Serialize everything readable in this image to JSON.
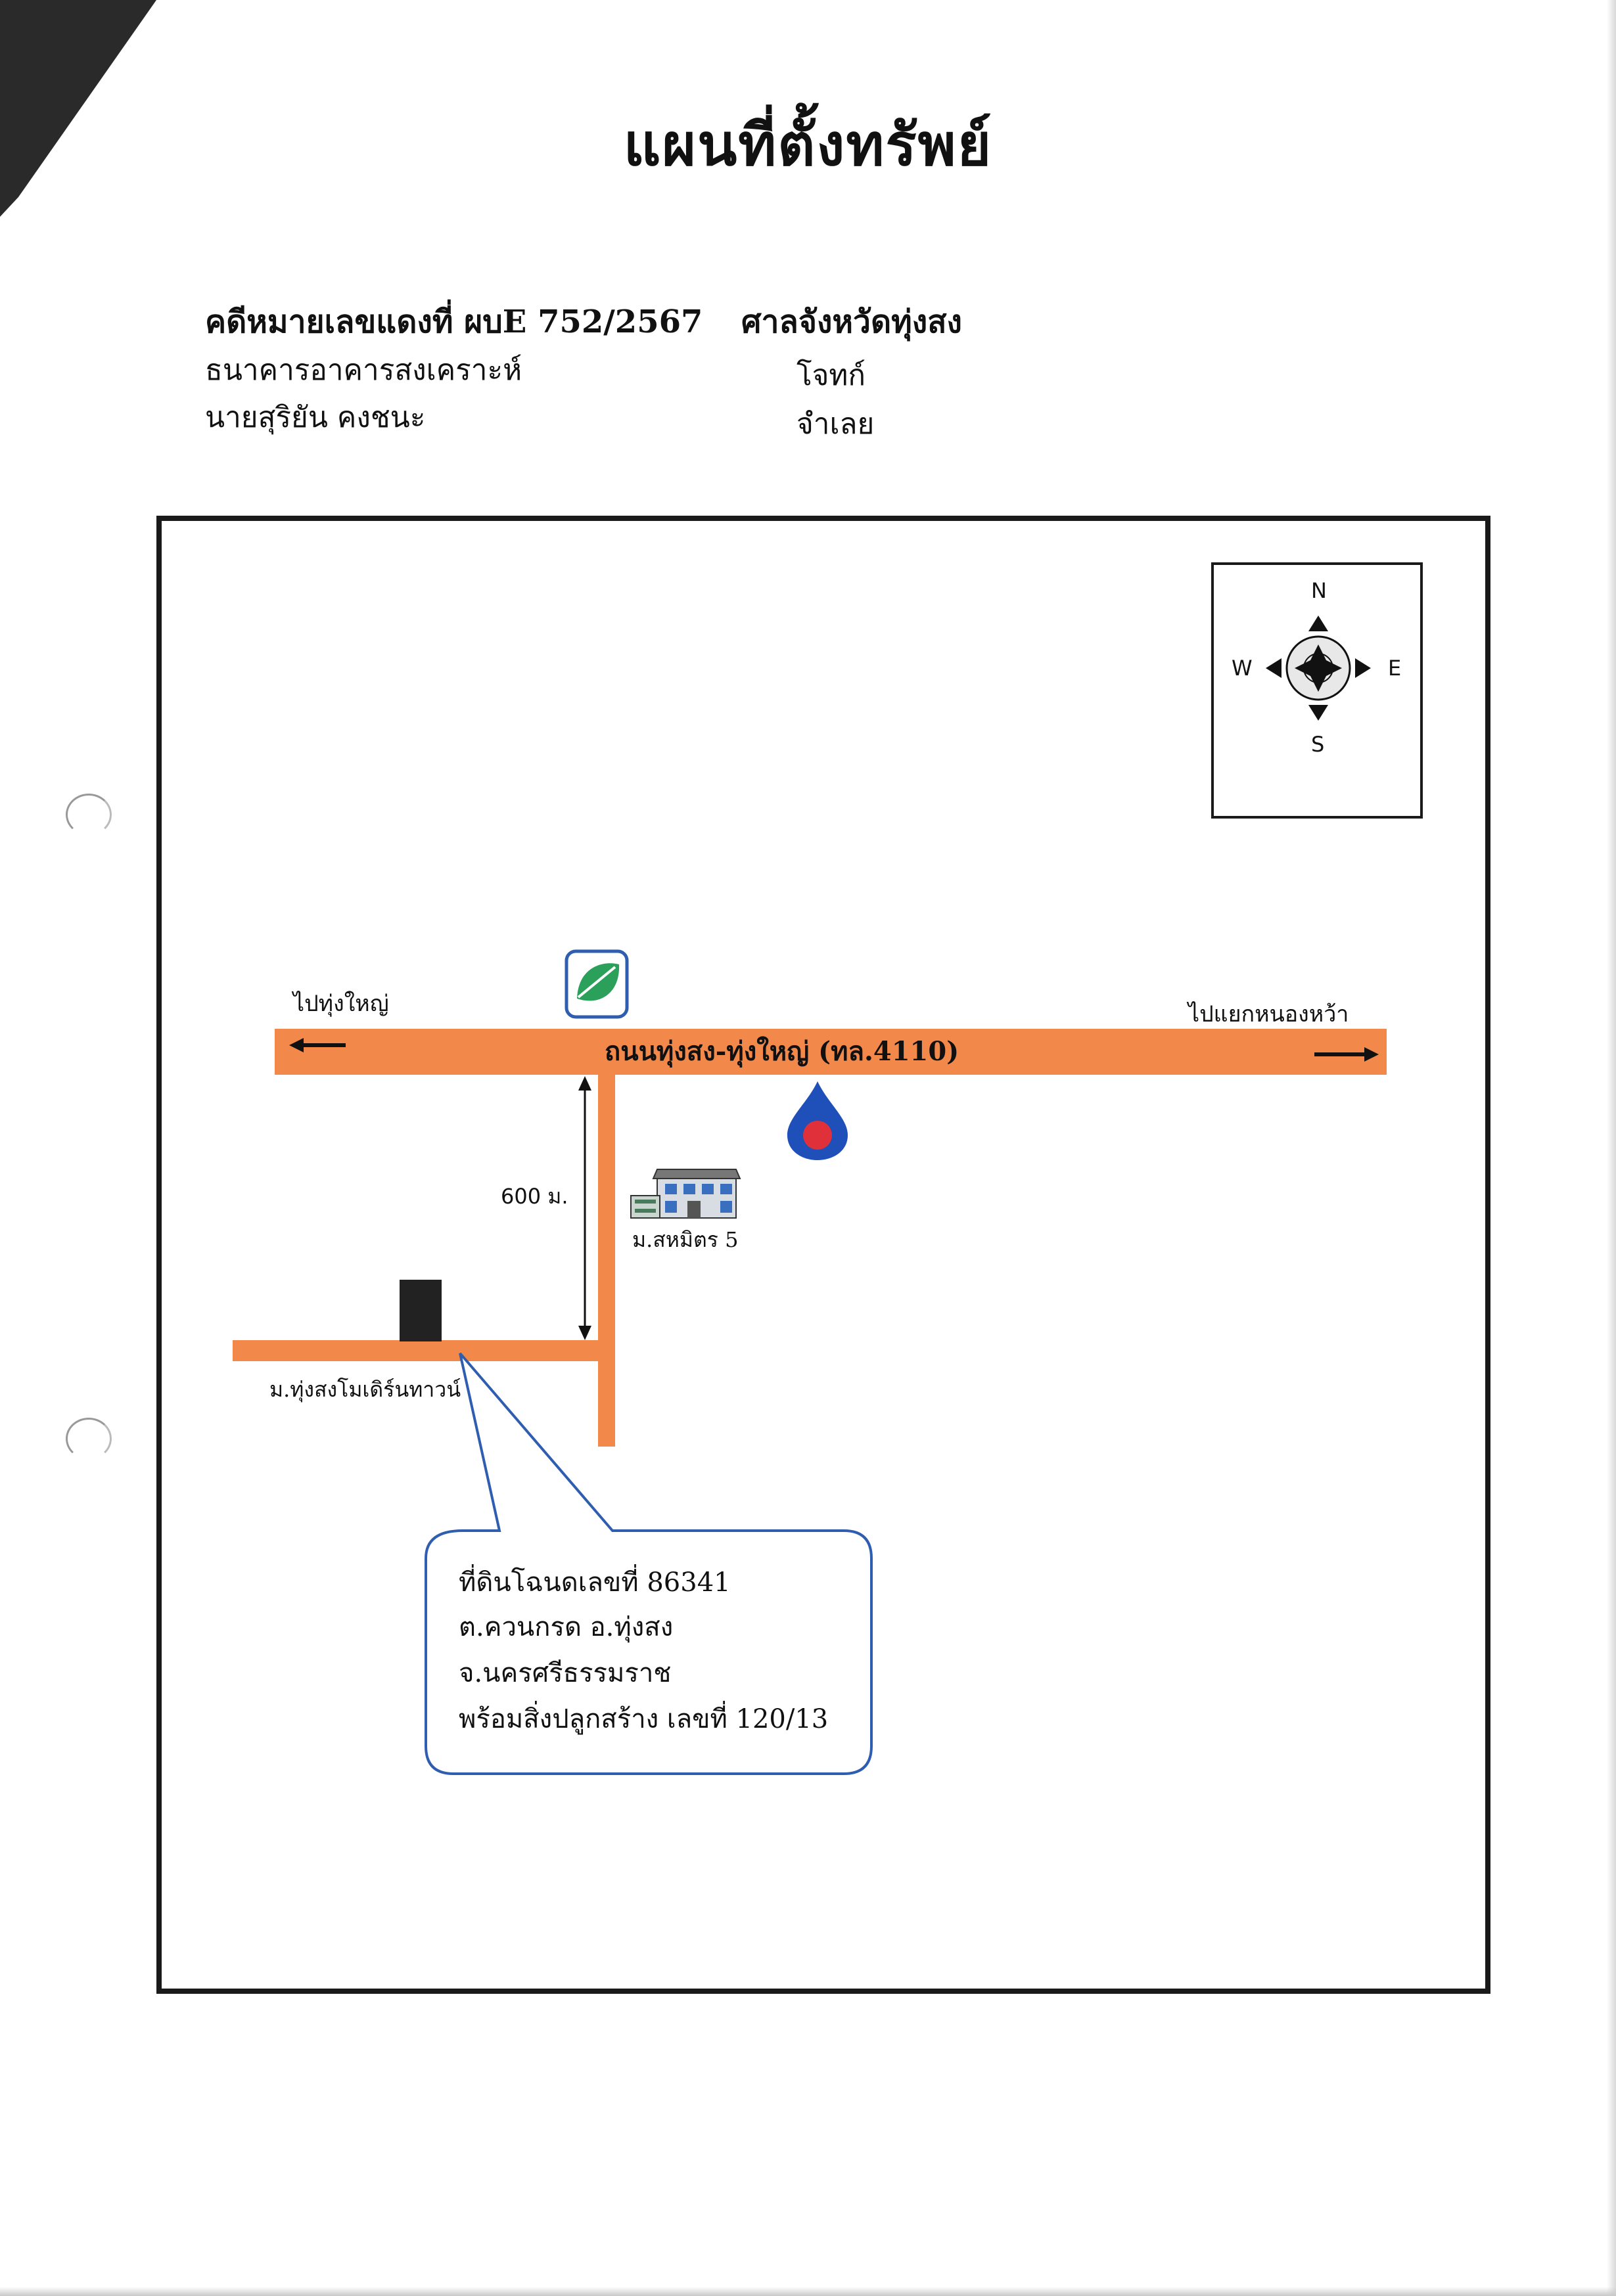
{
  "title": "แผนที่ตั้งทรัพย์",
  "case": {
    "case_no": "คดีหมายเลขแดงที่ ผบE 752/2567",
    "court": "ศาลจังหวัดทุ่งสง",
    "plaintiff_name": "ธนาคารอาคารสงเคราะห์",
    "plaintiff_role": "โจทก์",
    "defendant_name": "นายสุริยัน คงชนะ",
    "defendant_role": "จำเลย"
  },
  "compass": {
    "n": "N",
    "s": "S",
    "e": "E",
    "w": "W"
  },
  "map": {
    "to_left": "ไปทุ่งใหญ่",
    "to_right": "ไปแยกหนองหว้า",
    "main_road": "ถนนทุ่งสง-ทุ่งใหญ่ (ทล.4110)",
    "distance": "600 ม.",
    "village_a": "ม.สหมิตร 5",
    "village_b": "ม.ทุ่งสงโมเดิร์นทาวน์",
    "icons": [
      "bank-leaf-logo-icon",
      "gas-station-drop-icon",
      "building-icon",
      "property-plot-icon",
      "compass-rose-icon"
    ],
    "colors": {
      "road": "#f2894a",
      "bank_logo": "#2aa05a",
      "gas_logo": "#1f4fb8",
      "gas_dot": "#e0303a",
      "callout_border": "#2f5db0"
    }
  },
  "callout": {
    "line1": "ที่ดินโฉนดเลขที่ 86341",
    "line2": "ต.ควนกรด อ.ทุ่งสง",
    "line3": "จ.นครศรีธรรมราช",
    "line4": "พร้อมสิ่งปลูกสร้าง เลขที่ 120/13"
  }
}
